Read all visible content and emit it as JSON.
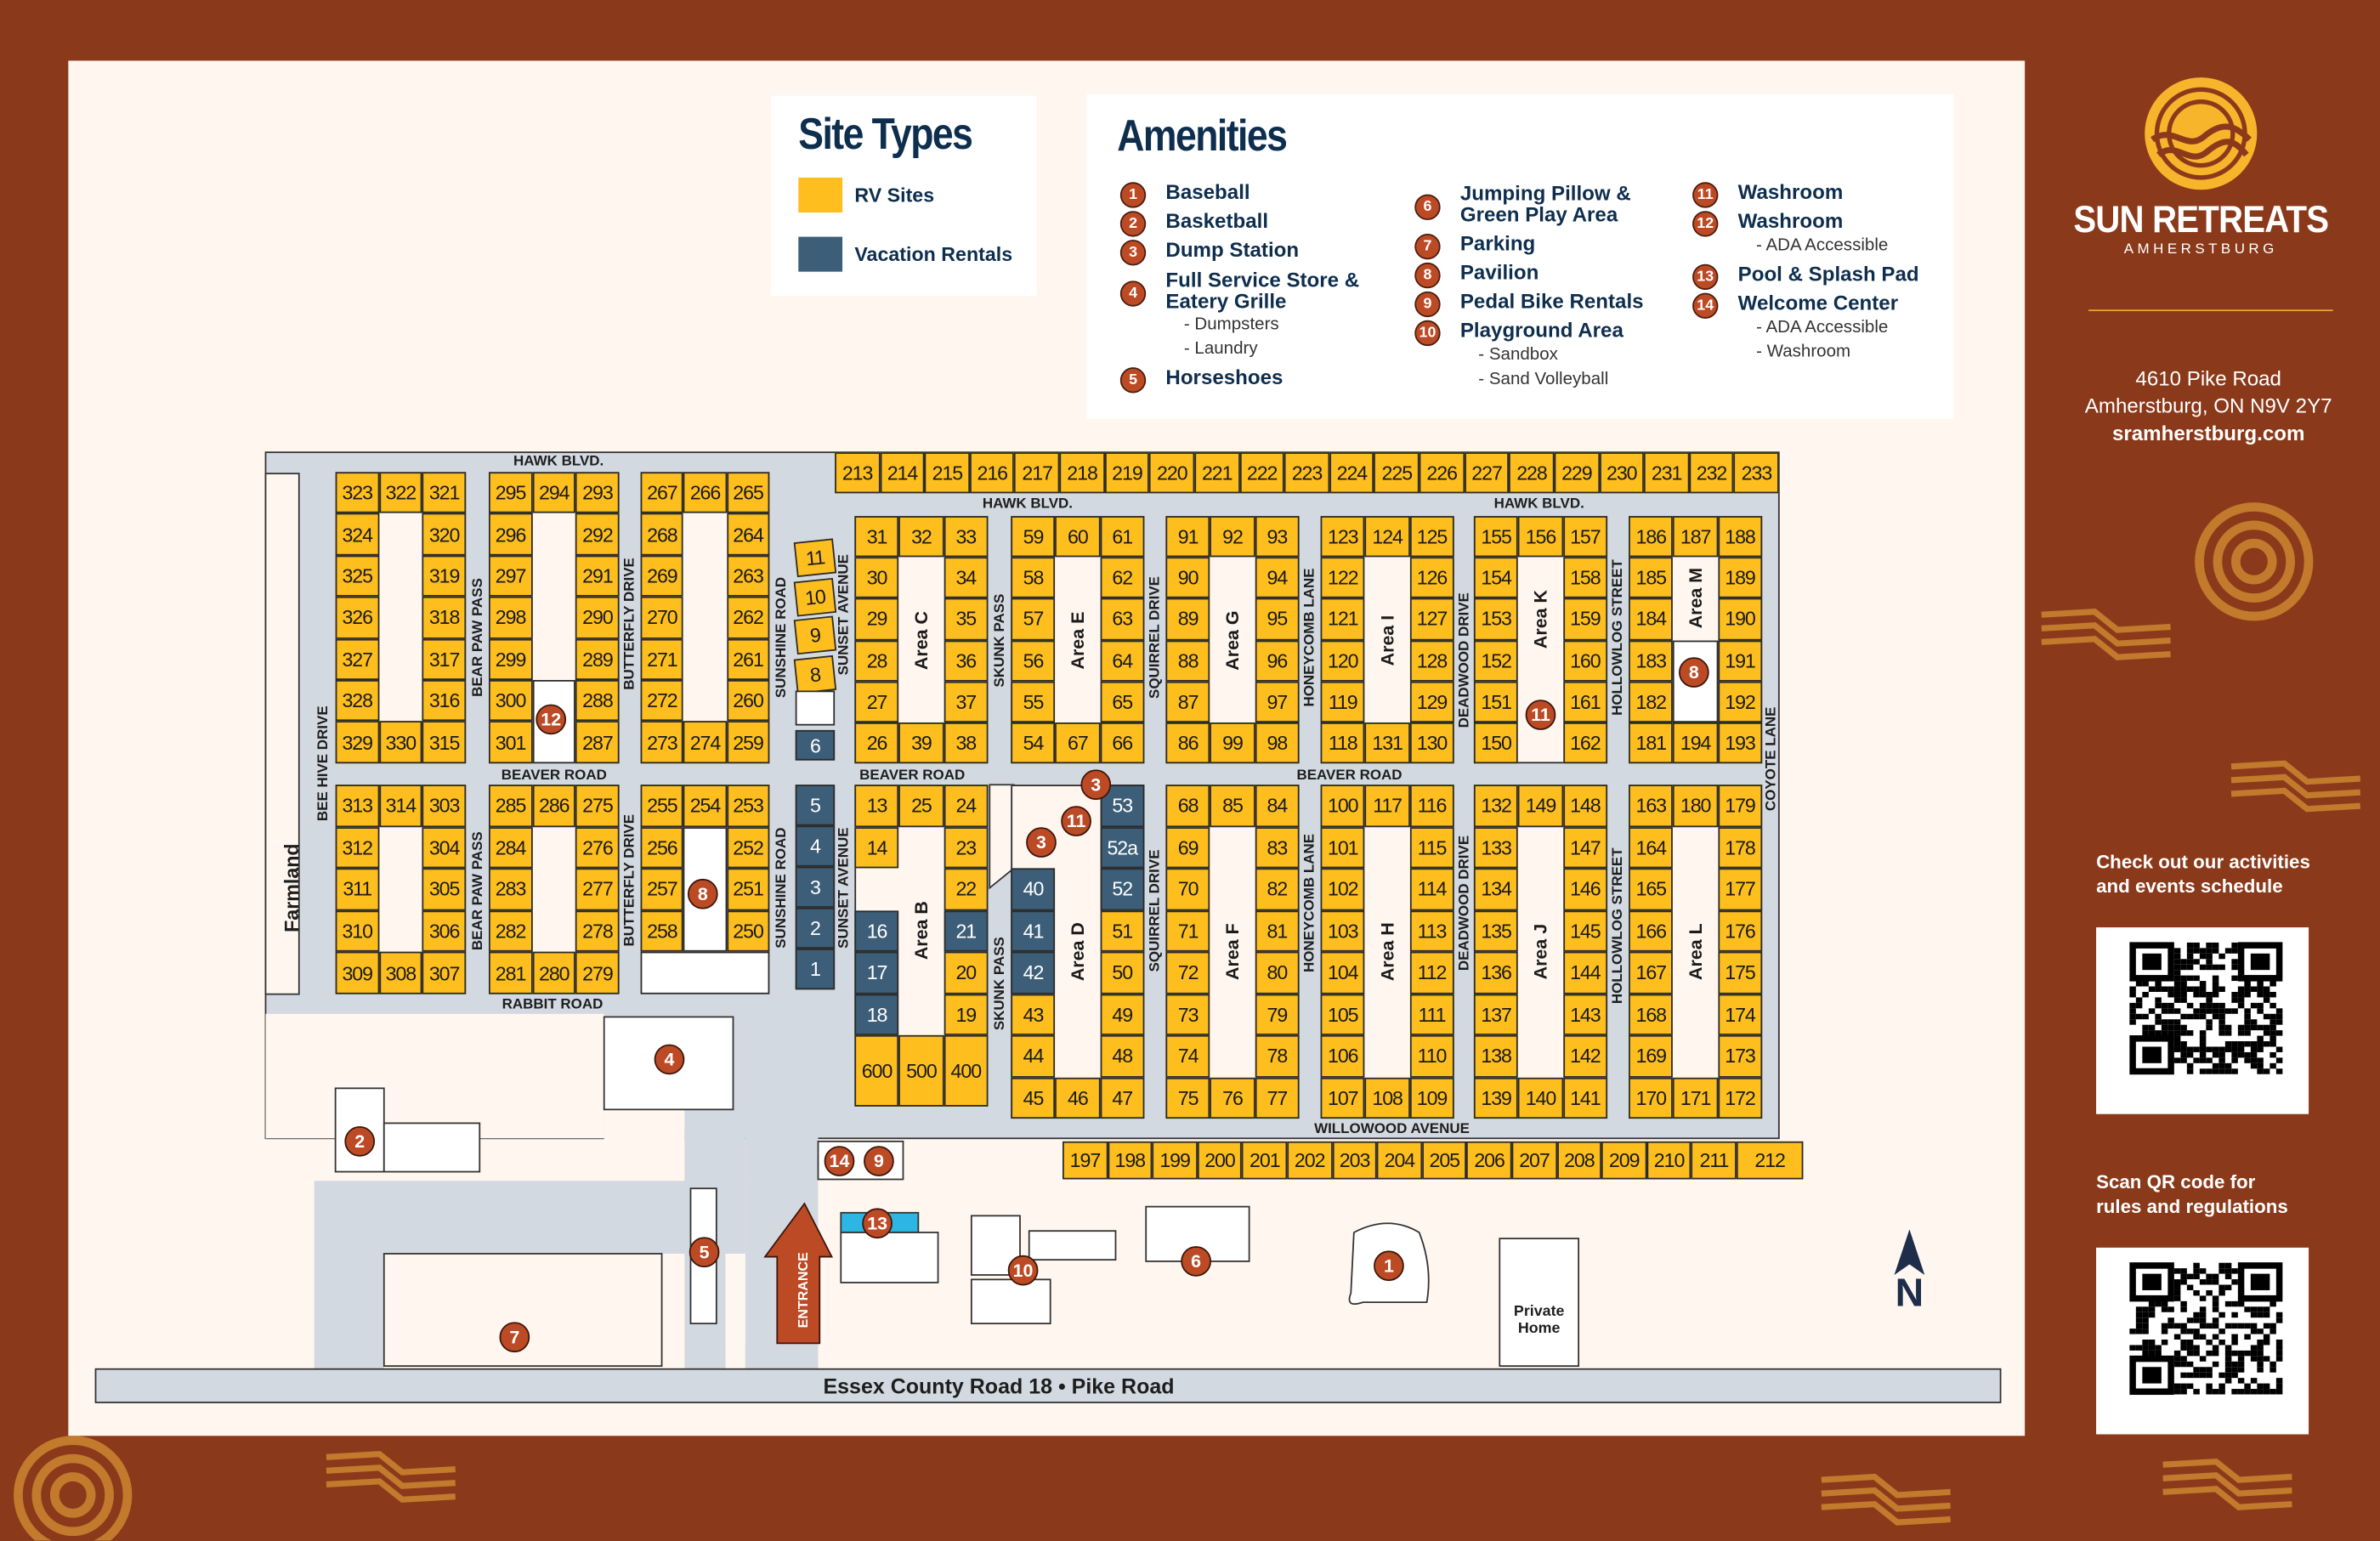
{
  "legend": {
    "title": "Site Types",
    "items": [
      {
        "label": "RV Sites",
        "color": "#FDBE1E"
      },
      {
        "label": "Vacation Rentals",
        "color": "#3D5E78"
      }
    ]
  },
  "amenities": {
    "title": "Amenities",
    "items": [
      {
        "num": "1",
        "label": "Baseball"
      },
      {
        "num": "2",
        "label": "Basketball"
      },
      {
        "num": "3",
        "label": "Dump Station"
      },
      {
        "num": "4",
        "label": "Full Service Store &",
        "label2": "Eatery Grille",
        "subs": [
          "- Dumpsters",
          "- Laundry"
        ]
      },
      {
        "num": "5",
        "label": "Horseshoes"
      },
      {
        "num": "6",
        "label": "Jumping Pillow &",
        "label2": "Green Play Area"
      },
      {
        "num": "7",
        "label": "Parking"
      },
      {
        "num": "8",
        "label": "Pavilion"
      },
      {
        "num": "9",
        "label": "Pedal Bike Rentals"
      },
      {
        "num": "10",
        "label": "Playground Area",
        "subs": [
          "- Sandbox",
          "- Sand Volleyball"
        ]
      },
      {
        "num": "11",
        "label": "Washroom"
      },
      {
        "num": "12",
        "label": "Washroom",
        "subs": [
          "- ADA Accessible"
        ]
      },
      {
        "num": "13",
        "label": "Pool & Splash Pad"
      },
      {
        "num": "14",
        "label": "Welcome Center",
        "subs": [
          "- ADA Accessible",
          "- Washroom"
        ]
      }
    ]
  },
  "brand": {
    "name": "SUN RETREATS",
    "location": "AMHERSTBURG",
    "address1": "4610 Pike Road",
    "address2": "Amherstburg, ON N9V 2Y7",
    "website": "sramherstburg.com",
    "qr1_caption1": "Check out our activities",
    "qr1_caption2": "and events schedule",
    "qr2_caption1": "Scan QR code for",
    "qr2_caption2": "rules and regulations",
    "accent": "#F7B52C",
    "background": "#8A3A1B"
  },
  "map": {
    "streets": {
      "hawk": "HAWK BLVD.",
      "beaver": "BEAVER ROAD",
      "rabbit": "RABBIT ROAD",
      "willowood": "WILLOWOOD AVENUE",
      "beehive": "BEE HIVE DRIVE",
      "bearpaw": "BEAR PAW PASS",
      "butterfly": "BUTTERFLY DRIVE",
      "sunshine": "SUNSHINE ROAD",
      "sunset": "SUNSET AVENUE",
      "skunk": "SKUNK PASS",
      "squirrel": "SQUIRREL DRIVE",
      "honeycomb": "HONEYCOMB LANE",
      "deadwood": "DEADWOOD DRIVE",
      "hollowlog": "HOLLOWLOG STREET",
      "coyote": "COYOTE LANE",
      "pike": "Essex County Road 18 • Pike Road"
    },
    "farmland": "Farmland",
    "entrance": "ENTRANCE",
    "private_home": "Private Home",
    "north": "N",
    "vacation_rentals": [
      "1",
      "2",
      "3",
      "4",
      "5",
      "6",
      "16",
      "17",
      "18",
      "21",
      "40",
      "41",
      "42",
      "52",
      "52a",
      "53"
    ],
    "top_row": [
      "213",
      "214",
      "215",
      "216",
      "217",
      "218",
      "219",
      "220",
      "221",
      "222",
      "223",
      "224",
      "225",
      "226",
      "227",
      "228",
      "229",
      "230",
      "231",
      "232",
      "233"
    ],
    "bottom_row": [
      "197",
      "198",
      "199",
      "200",
      "201",
      "202",
      "203",
      "204",
      "205",
      "206",
      "207",
      "208",
      "209",
      "210",
      "211",
      "212"
    ],
    "sunset_upper": [
      "11",
      "10",
      "9",
      "8"
    ],
    "sunset_upper_rental": "6",
    "sunset_lower": [
      "5",
      "4",
      "3",
      "2",
      "1"
    ],
    "blocks": [
      {
        "area": "",
        "rows": [
          [
            "323",
            "322",
            "321"
          ],
          [
            "324",
            null,
            "320"
          ],
          [
            "325",
            null,
            "319"
          ],
          [
            "326",
            null,
            "318"
          ],
          [
            "327",
            null,
            "317"
          ],
          [
            "328",
            null,
            "316"
          ],
          [
            "329",
            "330",
            "315"
          ]
        ]
      },
      {
        "area": "",
        "rows": [
          [
            "295",
            "294",
            "293"
          ],
          [
            "296",
            null,
            "292"
          ],
          [
            "297",
            null,
            "291"
          ],
          [
            "298",
            null,
            "290"
          ],
          [
            "299",
            null,
            "289"
          ],
          [
            "300",
            null,
            "288"
          ],
          [
            "301",
            null,
            "287"
          ]
        ]
      },
      {
        "area": "",
        "rows": [
          [
            "267",
            "266",
            "265"
          ],
          [
            "268",
            null,
            "264"
          ],
          [
            "269",
            null,
            "263"
          ],
          [
            "270",
            null,
            "262"
          ],
          [
            "271",
            null,
            "261"
          ],
          [
            "272",
            null,
            "260"
          ],
          [
            "273",
            "274",
            "259"
          ]
        ]
      },
      {
        "area": "",
        "rows": [
          [
            "313",
            "314",
            "303"
          ],
          [
            "312",
            null,
            "304"
          ],
          [
            "311",
            null,
            "305"
          ],
          [
            "310",
            null,
            "306"
          ],
          [
            "309",
            "308",
            "307"
          ]
        ]
      },
      {
        "area": "",
        "rows": [
          [
            "285",
            "286",
            "275"
          ],
          [
            "284",
            null,
            "276"
          ],
          [
            "283",
            null,
            "277"
          ],
          [
            "282",
            null,
            "278"
          ],
          [
            "281",
            "280",
            "279"
          ]
        ]
      },
      {
        "area": "",
        "rows": [
          [
            "255",
            "254",
            "253"
          ],
          [
            "256",
            null,
            "252"
          ],
          [
            "257",
            null,
            "251"
          ],
          [
            "258",
            null,
            "250"
          ],
          [
            null,
            null,
            null
          ]
        ]
      },
      {
        "area": "Area C",
        "rows": [
          [
            "31",
            "32",
            "33"
          ],
          [
            "30",
            null,
            "34"
          ],
          [
            "29",
            null,
            "35"
          ],
          [
            "28",
            null,
            "36"
          ],
          [
            "27",
            null,
            "37"
          ],
          [
            "26",
            "39",
            "38"
          ]
        ]
      },
      {
        "area": "Area E",
        "rows": [
          [
            "59",
            "60",
            "61"
          ],
          [
            "58",
            null,
            "62"
          ],
          [
            "57",
            null,
            "63"
          ],
          [
            "56",
            null,
            "64"
          ],
          [
            "55",
            null,
            "65"
          ],
          [
            "54",
            "67",
            "66"
          ]
        ]
      },
      {
        "area": "Area G",
        "rows": [
          [
            "91",
            "92",
            "93"
          ],
          [
            "90",
            null,
            "94"
          ],
          [
            "89",
            null,
            "95"
          ],
          [
            "88",
            null,
            "96"
          ],
          [
            "87",
            null,
            "97"
          ],
          [
            "86",
            "99",
            "98"
          ]
        ]
      },
      {
        "area": "Area I",
        "rows": [
          [
            "123",
            "124",
            "125"
          ],
          [
            "122",
            null,
            "126"
          ],
          [
            "121",
            null,
            "127"
          ],
          [
            "120",
            null,
            "128"
          ],
          [
            "119",
            null,
            "129"
          ],
          [
            "118",
            "131",
            "130"
          ]
        ]
      },
      {
        "area": "Area K",
        "rows": [
          [
            "155",
            "156",
            "157"
          ],
          [
            "154",
            null,
            "158"
          ],
          [
            "153",
            null,
            "159"
          ],
          [
            "152",
            null,
            "160"
          ],
          [
            "151",
            null,
            "161"
          ],
          [
            "150",
            null,
            "162"
          ]
        ]
      },
      {
        "area": "Area M",
        "rows": [
          [
            "186",
            "187",
            "188"
          ],
          [
            "185",
            null,
            "189"
          ],
          [
            "184",
            null,
            "190"
          ],
          [
            "183",
            null,
            "191"
          ],
          [
            "182",
            null,
            "192"
          ],
          [
            "181",
            "194",
            "193"
          ]
        ]
      },
      {
        "area": "Area B",
        "rows": [
          [
            "13",
            "25",
            "24"
          ],
          [
            "14",
            null,
            "23"
          ],
          [
            null,
            null,
            "22"
          ],
          [
            "16",
            null,
            "21"
          ],
          [
            "17",
            null,
            "20"
          ],
          [
            "18",
            null,
            "19"
          ],
          [
            "600",
            "500",
            "400"
          ]
        ]
      },
      {
        "area": "Area D",
        "rows": [
          [
            null,
            null,
            "53"
          ],
          [
            null,
            null,
            "52a"
          ],
          [
            "40",
            null,
            "52"
          ],
          [
            "41",
            null,
            "51"
          ],
          [
            "42",
            null,
            "50"
          ],
          [
            "43",
            null,
            "49"
          ],
          [
            "44",
            null,
            "48"
          ],
          [
            "45",
            "46",
            "47"
          ]
        ]
      },
      {
        "area": "Area F",
        "rows": [
          [
            "68",
            "85",
            "84"
          ],
          [
            "69",
            null,
            "83"
          ],
          [
            "70",
            null,
            "82"
          ],
          [
            "71",
            null,
            "81"
          ],
          [
            "72",
            null,
            "80"
          ],
          [
            "73",
            null,
            "79"
          ],
          [
            "74",
            null,
            "78"
          ],
          [
            "75",
            "76",
            "77"
          ]
        ]
      },
      {
        "area": "Area H",
        "rows": [
          [
            "100",
            "117",
            "116"
          ],
          [
            "101",
            null,
            "115"
          ],
          [
            "102",
            null,
            "114"
          ],
          [
            "103",
            null,
            "113"
          ],
          [
            "104",
            null,
            "112"
          ],
          [
            "105",
            null,
            "111"
          ],
          [
            "106",
            null,
            "110"
          ],
          [
            "107",
            "108",
            "109"
          ]
        ]
      },
      {
        "area": "Area J",
        "rows": [
          [
            "132",
            "149",
            "148"
          ],
          [
            "133",
            null,
            "147"
          ],
          [
            "134",
            null,
            "146"
          ],
          [
            "135",
            null,
            "145"
          ],
          [
            "136",
            null,
            "144"
          ],
          [
            "137",
            null,
            "143"
          ],
          [
            "138",
            null,
            "142"
          ],
          [
            "139",
            "140",
            "141"
          ]
        ]
      },
      {
        "area": "Area L",
        "rows": [
          [
            "163",
            "180",
            "179"
          ],
          [
            "164",
            null,
            "178"
          ],
          [
            "165",
            null,
            "177"
          ],
          [
            "166",
            null,
            "176"
          ],
          [
            "167",
            null,
            "175"
          ],
          [
            "168",
            null,
            "174"
          ],
          [
            "169",
            null,
            "173"
          ],
          [
            "170",
            "171",
            "172"
          ]
        ]
      }
    ],
    "markers": [
      "12",
      "8",
      "3",
      "11",
      "3",
      "11",
      "8",
      "4",
      "2",
      "14",
      "9",
      "13",
      "5",
      "10",
      "6",
      "1",
      "7"
    ]
  }
}
